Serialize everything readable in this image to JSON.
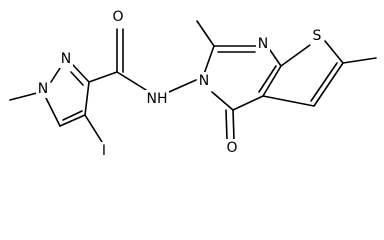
{
  "molecule": {
    "atoms": {
      "o_carbonyl": "O",
      "n_pyrazole_2": "N",
      "n_pyrazole_1": "N",
      "iodine": "I",
      "nh": "NH",
      "n_pyrimidine_1": "N",
      "n_pyrimidine_3": "N",
      "s_thiophene": "S",
      "o_pyrimidinone": "O"
    }
  }
}
